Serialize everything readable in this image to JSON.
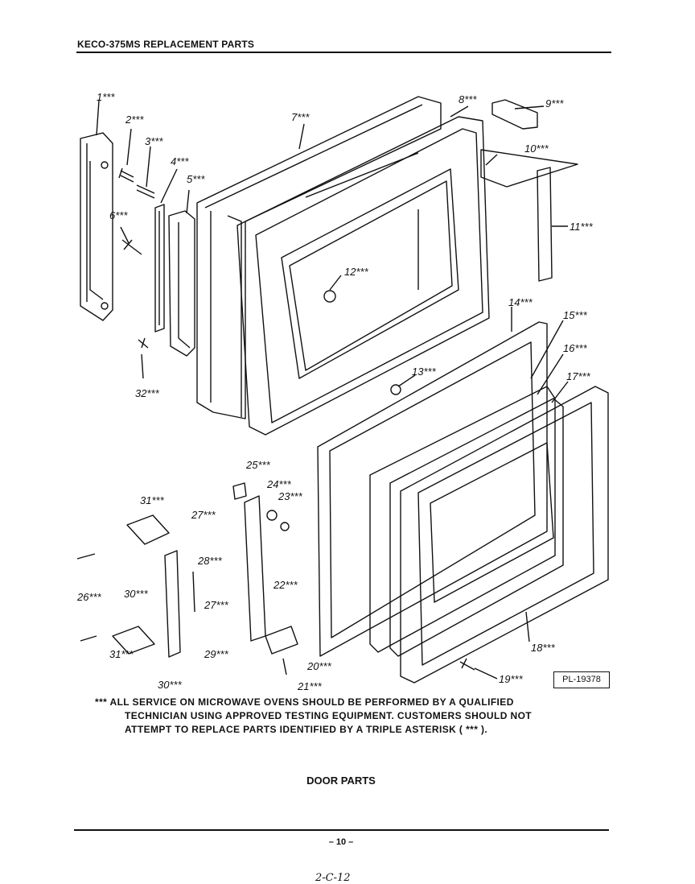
{
  "header": {
    "title": "KECO-375MS REPLACEMENT PARTS"
  },
  "callouts": [
    {
      "id": "1",
      "text": "1***"
    },
    {
      "id": "2",
      "text": "2***"
    },
    {
      "id": "3",
      "text": "3***"
    },
    {
      "id": "4",
      "text": "4***"
    },
    {
      "id": "5",
      "text": "5***"
    },
    {
      "id": "6",
      "text": "6***"
    },
    {
      "id": "7",
      "text": "7***"
    },
    {
      "id": "8",
      "text": "8***"
    },
    {
      "id": "9",
      "text": "9***"
    },
    {
      "id": "10",
      "text": "10***"
    },
    {
      "id": "11",
      "text": "11***"
    },
    {
      "id": "12",
      "text": "12***"
    },
    {
      "id": "13",
      "text": "13***"
    },
    {
      "id": "14",
      "text": "14***"
    },
    {
      "id": "15",
      "text": "15***"
    },
    {
      "id": "16",
      "text": "16***"
    },
    {
      "id": "17",
      "text": "17***"
    },
    {
      "id": "18",
      "text": "18***"
    },
    {
      "id": "19",
      "text": "19***"
    },
    {
      "id": "20",
      "text": "20***"
    },
    {
      "id": "21",
      "text": "21***"
    },
    {
      "id": "22",
      "text": "22***"
    },
    {
      "id": "23",
      "text": "23***"
    },
    {
      "id": "24",
      "text": "24***"
    },
    {
      "id": "25",
      "text": "25***"
    },
    {
      "id": "26",
      "text": "26***"
    },
    {
      "id": "27a",
      "text": "27***"
    },
    {
      "id": "27b",
      "text": "27***"
    },
    {
      "id": "28",
      "text": "28***"
    },
    {
      "id": "29",
      "text": "29***"
    },
    {
      "id": "30a",
      "text": "30***"
    },
    {
      "id": "30b",
      "text": "30***"
    },
    {
      "id": "31a",
      "text": "31***"
    },
    {
      "id": "31b",
      "text": "31***"
    },
    {
      "id": "32",
      "text": "32***"
    }
  ],
  "plate_id": "PL-19378",
  "note": {
    "line1": "*** ALL SERVICE ON MICROWAVE OVENS SHOULD BE PERFORMED BY A QUALIFIED",
    "line2": "TECHNICIAN USING APPROVED TESTING EQUIPMENT. CUSTOMERS SHOULD NOT",
    "line3": "ATTEMPT TO REPLACE PARTS IDENTIFIED BY A TRIPLE ASTERISK ( *** )."
  },
  "caption": "DOOR PARTS",
  "page_number": "– 10 –",
  "handwriting": "2-C-12"
}
